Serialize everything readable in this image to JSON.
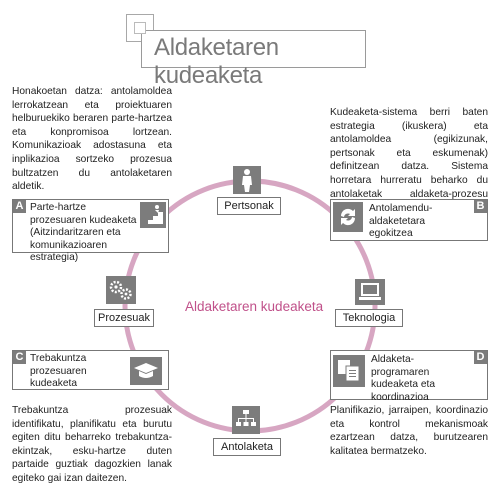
{
  "title": "Aldaketaren kudeaketa",
  "center_label": "Aldaketaren kudeaketa",
  "intro_left": "Honakoetan datza: antolamoldea lerrokatzean eta proiektuaren helburuekiko beraren parte-hartzea eta konpromisoa lortzean. Komunikazioak adostasuna eta inplikazioa sortzeko prozesua bultzatzen du antolaketaren aldetik.",
  "intro_right": "Kudeaketa-sistema berri baten estrategia (ikuskera) eta antolamoldea (egikizunak, pertsonak eta eskumenak) definitzean datza. Sistema horretara hurreratu beharko du antolaketak aldaketa-prozesu osoan.",
  "nodes": {
    "top": "Pertsonak",
    "left": "Prozesuak",
    "right": "Teknologia",
    "bottom": "Antolaketa"
  },
  "corners": {
    "a": {
      "letter": "A",
      "text": "Parte-hartze prozesuaren kudeaketa (Aitzindaritzaren eta komunikazioaren estrategia)"
    },
    "b": {
      "letter": "B",
      "text": "Antolamendu-aldaketetara egokitzea"
    },
    "c": {
      "letter": "C",
      "text": "Trebakuntza prozesuaren kudeaketa"
    },
    "d": {
      "letter": "D",
      "text": "Aldaketa-programaren kudeaketa eta koordinazioa"
    }
  },
  "outro_left": "Trebakuntza prozesuak identifikatu, planifikatu eta burutu egiten ditu beharreko trebakuntza-ekintzak, esku-hartze duten partaide guztiak dagozkien lanak egiteko gai izan daitezen.",
  "outro_right": "Planifikazio, jarraipen, koordinazio eta kontrol mekanismoak ezartzean datza, burutzearen kalitatea bermatzeko.",
  "colors": {
    "circle": "#d7a6c2",
    "accent": "#c0518a",
    "icon_bg": "#7c7c7c"
  }
}
